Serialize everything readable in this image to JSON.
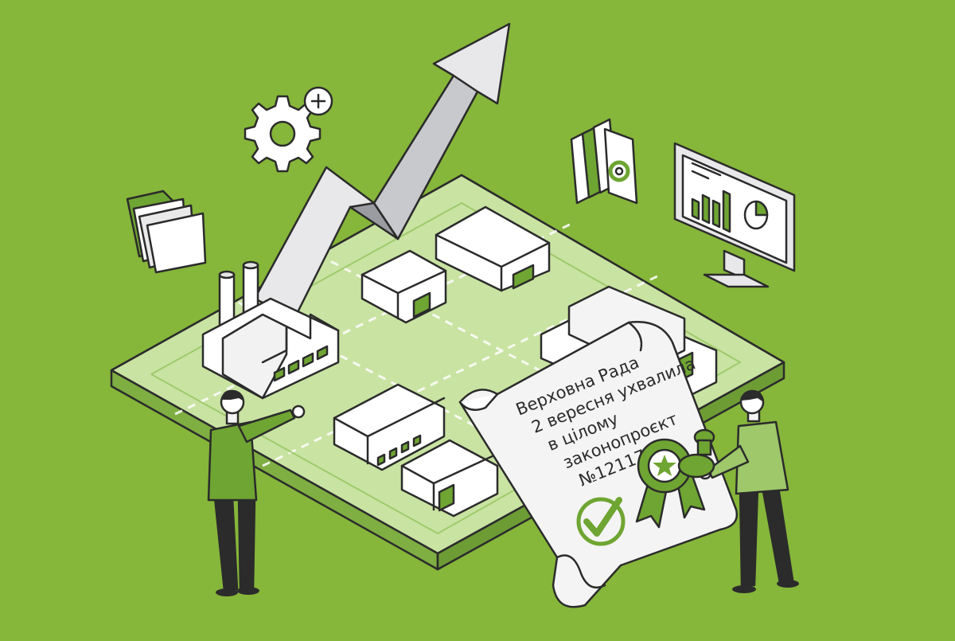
{
  "document": {
    "lines": [
      "Верховна Рада",
      "2 вересня ухвалила",
      "в цілому",
      "законопроєкт",
      "№12117"
    ]
  },
  "colors": {
    "background": "#86b63a",
    "board_light": "#c9e3a2",
    "accent_green": "#6fa532",
    "dark_green": "#3f7a1f",
    "arrow_gray": "#c8c9cd",
    "outline": "#2b2b2b"
  },
  "icons": [
    "gear-icon",
    "folder-icon",
    "binders-icon",
    "monitor-chart-icon",
    "checkmark-icon",
    "award-badge-icon",
    "stamp-icon",
    "growth-arrow-icon"
  ]
}
